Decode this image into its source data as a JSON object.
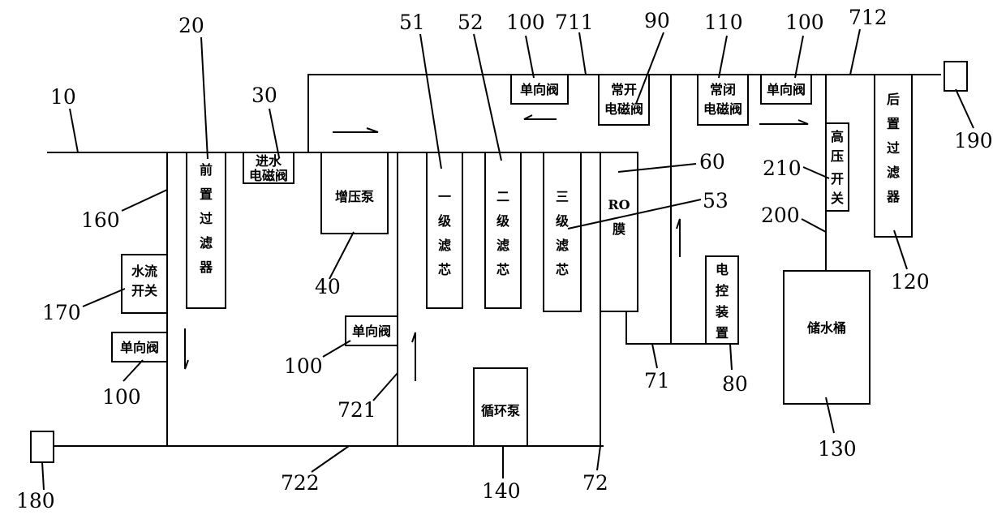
{
  "components": {
    "pre_filter": "前置过滤器",
    "inlet_valve": "进水电磁阀",
    "booster_pump": "增压泵",
    "filter1": "一级滤芯",
    "filter2": "二级滤芯",
    "filter3": "三级滤芯",
    "ro_membrane": "膜",
    "ro_prefix": "RO",
    "no_valve": "常开电磁阀",
    "nc_valve": "常闭电磁阀",
    "check_valve": "单向阀",
    "controller": "电控装置",
    "hp_switch": "高压开关",
    "post_filter": "后置过滤器",
    "tank": "储水桶",
    "circ_pump": "循环泵",
    "flow_switch": "水流开关"
  },
  "refs": {
    "r10": "10",
    "r20": "20",
    "r30": "30",
    "r40": "40",
    "r51": "51",
    "r52": "52",
    "r53": "53",
    "r60": "60",
    "r71": "71",
    "r72": "72",
    "r80": "80",
    "r90": "90",
    "r100a": "100",
    "r100b": "100",
    "r100c": "100",
    "r100d": "100",
    "r110": "110",
    "r120": "120",
    "r130": "130",
    "r140": "140",
    "r160": "160",
    "r170": "170",
    "r180": "180",
    "r190": "190",
    "r200": "200",
    "r210": "210",
    "r711": "711",
    "r712": "712",
    "r721": "721",
    "r722": "722"
  }
}
